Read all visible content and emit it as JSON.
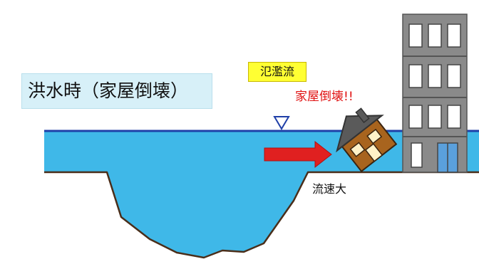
{
  "title": "洪水時（家屋倒壊）",
  "flood_label": "氾濫流",
  "collapse_label": "家屋倒壊!!",
  "speed_label": "流速大",
  "icons": [
    "water-level-marker-icon",
    "flow-arrow-icon",
    "house-icon",
    "building-icon"
  ],
  "colors": {
    "water": "#3fb8e8",
    "water_surface": "#1f3fa8",
    "ground_line": "#4a2e1a",
    "arrow": "#e02020",
    "flood_label_bg": "#ffff33",
    "title_bg": "#d7f0f8",
    "building": "#8a8a8a",
    "house_wall": "#a8641e",
    "house_roof": "#5a5a5a",
    "collapse_text": "#e01010"
  }
}
